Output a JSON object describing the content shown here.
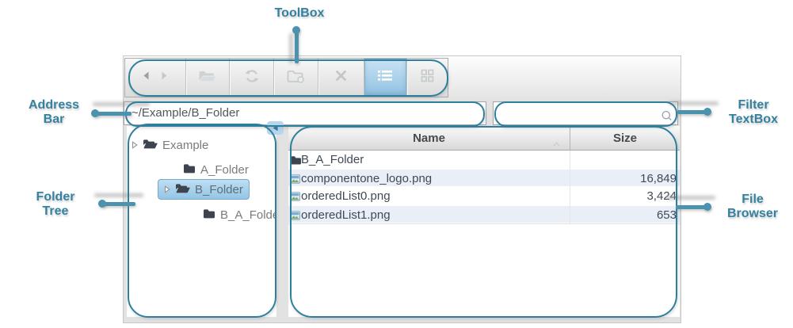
{
  "colors": {
    "accent_teal": "#2e7f9e",
    "callout_text": "#35819f",
    "tree_selection_blue": "#94c6e5",
    "toolbar_active_blue": "#8fc1e1",
    "row_alternate": "#e9eef7"
  },
  "callouts": {
    "toolbox": {
      "label": "ToolBox"
    },
    "address_bar": {
      "line1": "Address",
      "line2": "Bar"
    },
    "filter_textbox": {
      "line1": "Filter",
      "line2": "TextBox"
    },
    "folder_tree": {
      "line1": "Folder",
      "line2": "Tree"
    },
    "file_browser": {
      "line1": "File",
      "line2": "Browser"
    }
  },
  "toolbar": {
    "buttons": [
      {
        "name": "back",
        "icon": "arrow-left-icon",
        "state": "disabled"
      },
      {
        "name": "forward",
        "icon": "arrow-right-icon",
        "state": "disabled"
      },
      {
        "name": "open-folder",
        "icon": "open-folder-icon",
        "state": "disabled"
      },
      {
        "name": "refresh",
        "icon": "refresh-icon",
        "state": "disabled"
      },
      {
        "name": "new-folder",
        "icon": "new-folder-icon",
        "state": "disabled"
      },
      {
        "name": "delete",
        "icon": "close-x-icon",
        "state": "disabled"
      },
      {
        "name": "list-view",
        "icon": "list-view-icon",
        "state": "active"
      },
      {
        "name": "tile-view",
        "icon": "tile-view-icon",
        "state": "disabled"
      }
    ]
  },
  "address_bar": {
    "value": "~/Example/B_Folder"
  },
  "filter_textbox": {
    "value": "",
    "icon": "magnifier-icon"
  },
  "folder_tree": {
    "items": [
      {
        "label": "Example",
        "level": 0,
        "expanded": true,
        "icon": "open-folder",
        "selected": false
      },
      {
        "label": "A_Folder",
        "level": 1,
        "icon": "closed-folder",
        "selected": false
      },
      {
        "label": "B_Folder",
        "level": 1,
        "expanded": true,
        "icon": "open-folder",
        "selected": true
      },
      {
        "label": "B_A_Folder",
        "level": 2,
        "icon": "closed-folder",
        "selected": false
      }
    ]
  },
  "file_browser": {
    "columns": [
      {
        "label": "Name",
        "sorted": "ascending"
      },
      {
        "label": "Size"
      }
    ],
    "rows": [
      {
        "name": "B_A_Folder",
        "size": "",
        "icon": "folder"
      },
      {
        "name": "componentone_logo.png",
        "size": "16,849",
        "icon": "image-file"
      },
      {
        "name": "orderedList0.png",
        "size": "3,424",
        "icon": "image-file"
      },
      {
        "name": "orderedList1.png",
        "size": "653",
        "icon": "image-file"
      }
    ]
  }
}
